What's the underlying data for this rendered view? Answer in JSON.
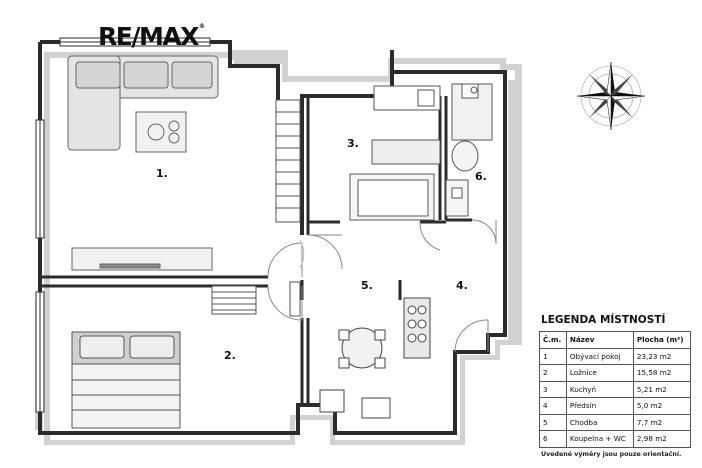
{
  "brand": {
    "logo_text": "RE/MAX",
    "logo_mark": "®"
  },
  "rooms": [
    {
      "number": "1."
    },
    {
      "number": "2."
    },
    {
      "number": "3."
    },
    {
      "number": "4."
    },
    {
      "number": "5."
    },
    {
      "number": "6."
    }
  ],
  "legend": {
    "title": "LEGENDA MÍSTNOSTÍ",
    "headers": {
      "no": "Č.m.",
      "name": "Název",
      "area": "Plocha (m²)"
    },
    "rows": [
      {
        "no": "1",
        "name": "Obývací pokoj",
        "area": "23,23 m2"
      },
      {
        "no": "2",
        "name": "Ložnice",
        "area": "15,58 m2"
      },
      {
        "no": "3",
        "name": "Kuchyň",
        "area": "5,21  m2"
      },
      {
        "no": "4",
        "name": "Předsín",
        "area": "5,0 m2"
      },
      {
        "no": "5",
        "name": "Chodba",
        "area": "7,7 m2"
      },
      {
        "no": "6",
        "name": "Koupelna + WC",
        "area": "2,98 m2"
      }
    ],
    "note": "Uvedené výměry jsou pouze orientační."
  },
  "compass": {
    "icon": "compass-rose-icon"
  },
  "colors": {
    "wall": "#2b2b2b",
    "shadow": "#cfcfcf",
    "furniture": "#bdbdbd",
    "background": "#ffffff"
  }
}
